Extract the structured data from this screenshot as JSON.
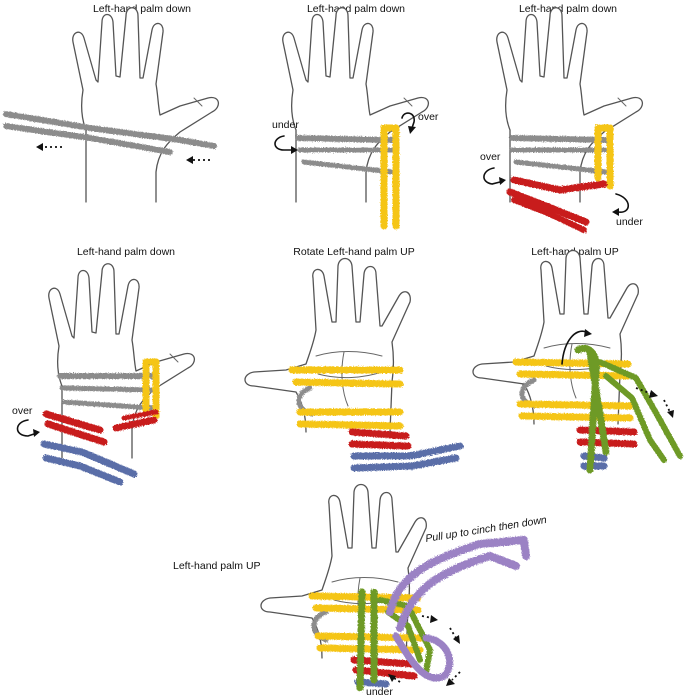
{
  "panels": [
    {
      "title": "Left-hand palm down",
      "notes": []
    },
    {
      "title": "Left-hand palm down",
      "notes": [
        "under",
        "over"
      ]
    },
    {
      "title": "Left-hand palm down",
      "notes": [
        "over",
        "under"
      ]
    },
    {
      "title": "Left-hand palm down",
      "notes": [
        "over"
      ]
    },
    {
      "title": "Rotate Left-hand palm UP",
      "notes": []
    },
    {
      "title": "Left-hand palm UP",
      "notes": []
    },
    {
      "title": "Left-hand palm UP",
      "notes": [
        "Pull up to cinch  then down",
        "under"
      ]
    }
  ],
  "colors": {
    "gray": "#8c8c8c",
    "yellow": "#f5c518",
    "red": "#c81e1e",
    "blue": "#5a6ea8",
    "green": "#6e9a28",
    "purple": "#9b82c4",
    "outline": "#555555"
  }
}
